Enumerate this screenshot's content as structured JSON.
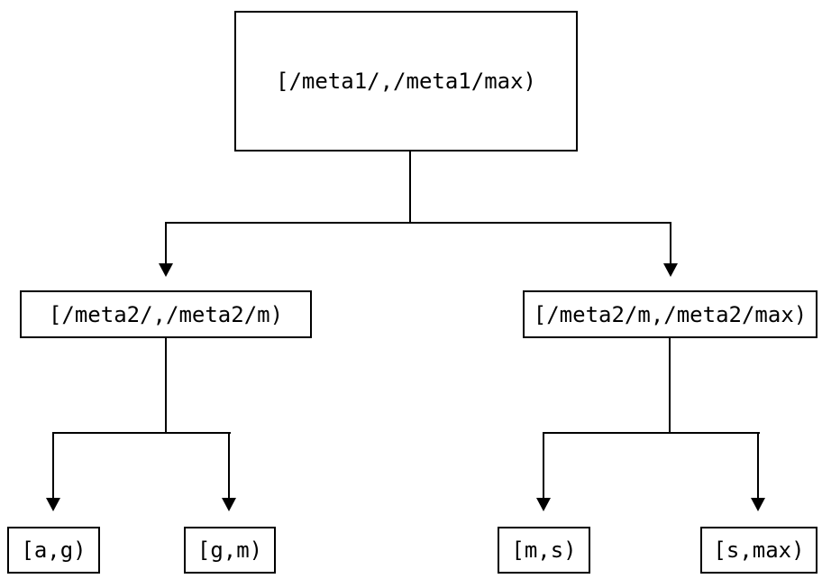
{
  "diagram": {
    "type": "tree",
    "colors": {
      "background": "#ffffff",
      "line": "#000000",
      "text": "#000000"
    },
    "nodes": {
      "root": {
        "label": "[/meta1/,/meta1/max)"
      },
      "meta2_low": {
        "label": "[/meta2/,/meta2/m)"
      },
      "meta2_high": {
        "label": "[/meta2/m,/meta2/max)"
      },
      "leaf_ag": {
        "label": "[a,g)"
      },
      "leaf_gm": {
        "label": "[g,m)"
      },
      "leaf_ms": {
        "label": "[m,s)"
      },
      "leaf_smax": {
        "label": "[s,max)"
      }
    },
    "edges": [
      {
        "from": "root",
        "to": "meta2_low"
      },
      {
        "from": "root",
        "to": "meta2_high"
      },
      {
        "from": "meta2_low",
        "to": "leaf_ag"
      },
      {
        "from": "meta2_low",
        "to": "leaf_gm"
      },
      {
        "from": "meta2_high",
        "to": "leaf_ms"
      },
      {
        "from": "meta2_high",
        "to": "leaf_smax"
      }
    ]
  }
}
